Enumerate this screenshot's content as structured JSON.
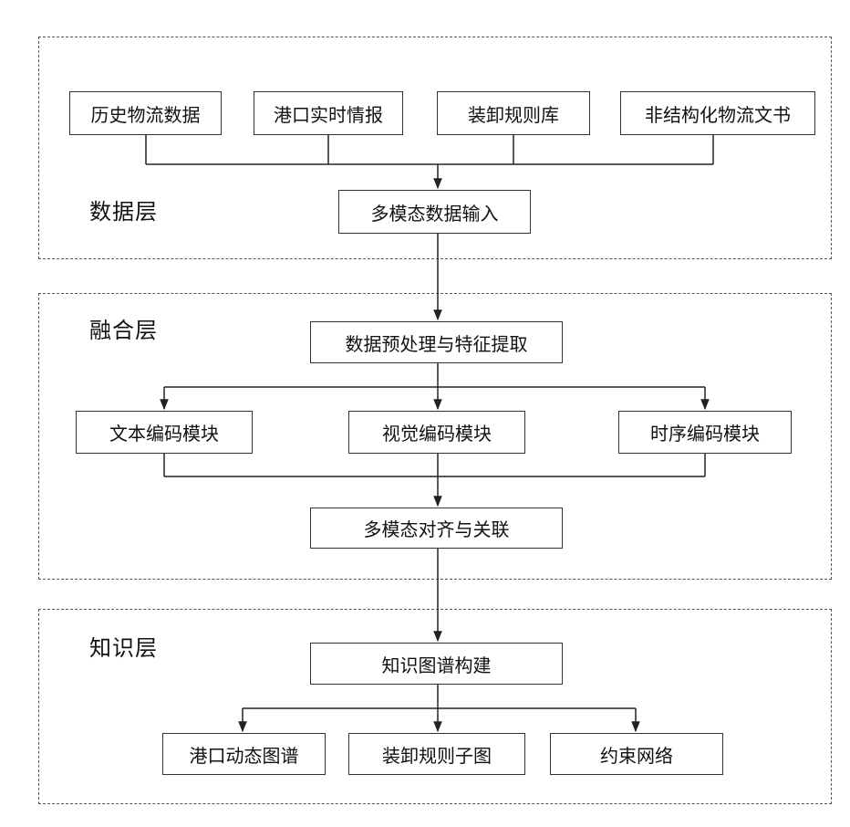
{
  "layers": {
    "data": "数据层",
    "fusion": "融合层",
    "knowledge": "知识层"
  },
  "data_layer": {
    "sources": [
      "历史物流数据",
      "港口实时情报",
      "装卸规则库",
      "非结构化物流文书"
    ],
    "input": "多模态数据输入"
  },
  "fusion_layer": {
    "preprocess": "数据预处理与特征提取",
    "encoders": [
      "文本编码模块",
      "视觉编码模块",
      "时序编码模块"
    ],
    "align": "多模态对齐与关联"
  },
  "knowledge_layer": {
    "build": "知识图谱构建",
    "outputs": [
      "港口动态图谱",
      "装卸规则子图",
      "约束网络"
    ]
  }
}
